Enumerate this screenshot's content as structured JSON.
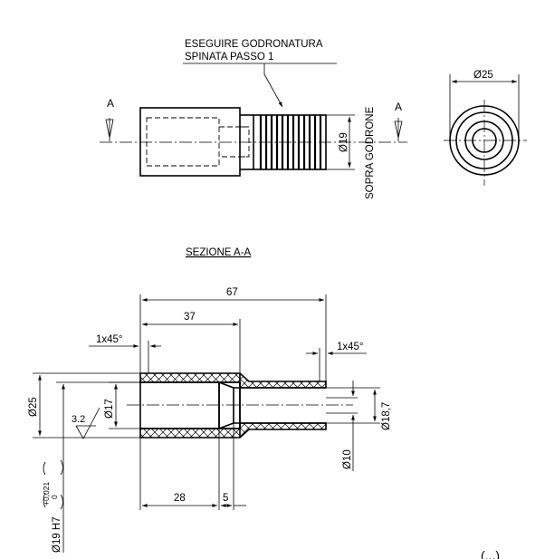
{
  "notes": {
    "knurl_line1": "ESEGUIRE GODRONATURA",
    "knurl_line2": "SPINATA PASSO 1",
    "section_title": "SEZIONE A-A",
    "above_knurl": "SOPRA GODRONE"
  },
  "section_markers": {
    "left": "A",
    "right": "A"
  },
  "dimensions": {
    "side_diameter": "Ø19",
    "end_diameter": "Ø25",
    "overall_length": "67",
    "length_37": "37",
    "chamfer_left": "1x45°",
    "chamfer_right": "1x45°",
    "outer_diameter": "Ø25",
    "bore_diameter": "Ø17",
    "small_bore": "Ø10",
    "shank_diameter": "Ø18,7",
    "bore_tolerance_main": "Ø19 H7",
    "bore_tolerance_upper": "+0,021",
    "bore_tolerance_lower": "0",
    "length_28": "28",
    "length_5": "5",
    "roughness": "3.2"
  },
  "corner_mark": "(...)"
}
